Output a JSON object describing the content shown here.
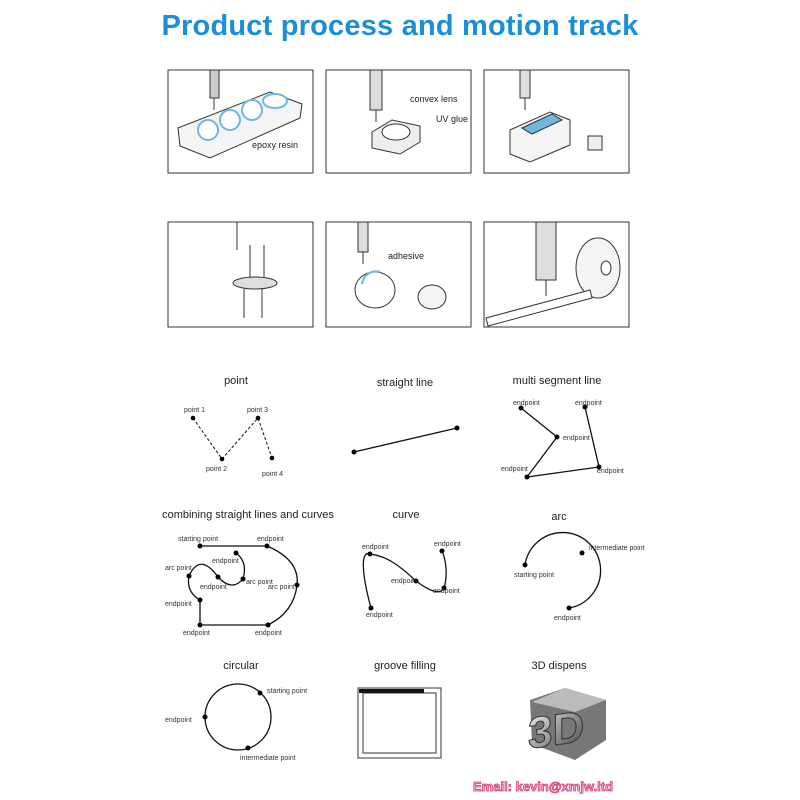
{
  "title": "Product process and motion track",
  "process_panels": [
    {
      "labels": [
        "epoxy resin"
      ]
    },
    {
      "labels": [
        "convex lens",
        "UV glue"
      ]
    },
    {
      "labels": []
    },
    {
      "labels": []
    },
    {
      "labels": [
        "adhesive"
      ]
    },
    {
      "labels": []
    }
  ],
  "tracks": {
    "point": {
      "title": "point",
      "labels": [
        "point 1",
        "point 3",
        "point 2",
        "point 4"
      ]
    },
    "straight_line": {
      "title": "straight line"
    },
    "multi_segment": {
      "title": "multi segment line",
      "labels": [
        "endpoint",
        "endpoint",
        "endpoint",
        "endpoint",
        "endpoint"
      ]
    },
    "combining": {
      "title": "combining straight lines and curves",
      "labels": [
        "starting point",
        "endpoint",
        "endpoint",
        "arc point",
        "endpoint",
        "arc point",
        "endpoint",
        "arc point",
        "endpoint",
        "endpoint"
      ]
    },
    "curve": {
      "title": "curve",
      "labels": [
        "endpoint",
        "endpoint",
        "endpoint",
        "endpoint",
        "endpoint"
      ]
    },
    "arc": {
      "title": "arc",
      "labels": [
        "intermediate point",
        "starting point",
        "endpoint"
      ]
    },
    "circular": {
      "title": "circular",
      "labels": [
        "starting point",
        "endpoint",
        "intermediate point"
      ]
    },
    "groove": {
      "title": "groove filling"
    },
    "dispens3d": {
      "title": "3D dispens",
      "logo_text": "3D"
    }
  },
  "email": "Email: kevin@xmjw.ltd",
  "colors": {
    "title": "#1a8fd6",
    "accent_blue": "#6fb6e0",
    "email": "#d8406e"
  }
}
